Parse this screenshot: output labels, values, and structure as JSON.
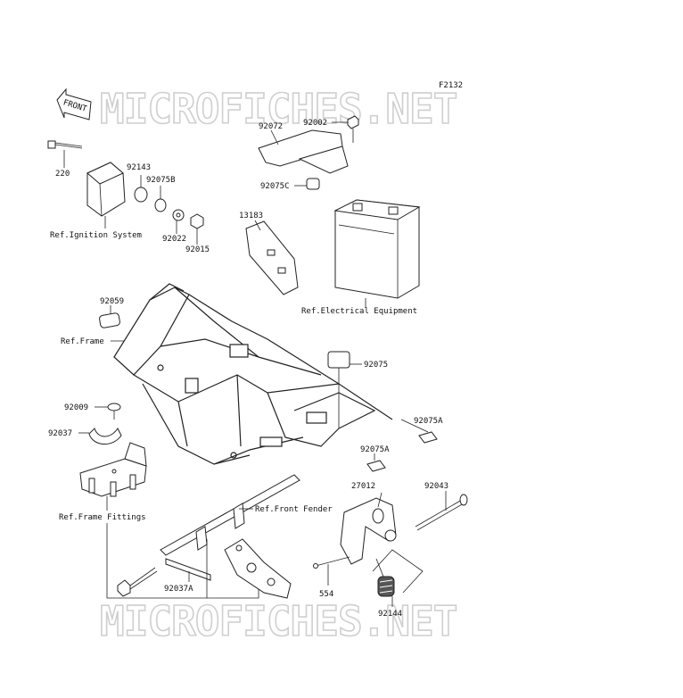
{
  "figure_code": "F2132",
  "watermark": "MICROFICHES.NET",
  "front_badge": "FRONT",
  "labels": {
    "p220": "220",
    "p92143": "92143",
    "p92075B": "92075B",
    "p92022": "92022",
    "p92015": "92015",
    "ref_ignition": "Ref.Ignition System",
    "p92072": "92072",
    "p92002": "92002",
    "p92075C": "92075C",
    "p13183": "13183",
    "ref_electrical": "Ref.Electrical Equipment",
    "p92059": "92059",
    "ref_frame": "Ref.Frame",
    "p92075": "92075",
    "p92009": "92009",
    "p92037": "92037",
    "p92075A_1": "92075A",
    "p92075A_2": "92075A",
    "p27012": "27012",
    "p92043": "92043",
    "ref_front_fender": "Ref.Front Fender",
    "ref_frame_fittings": "Ref.Frame Fittings",
    "p92037A": "92037A",
    "p554": "554",
    "p92144": "92144"
  }
}
